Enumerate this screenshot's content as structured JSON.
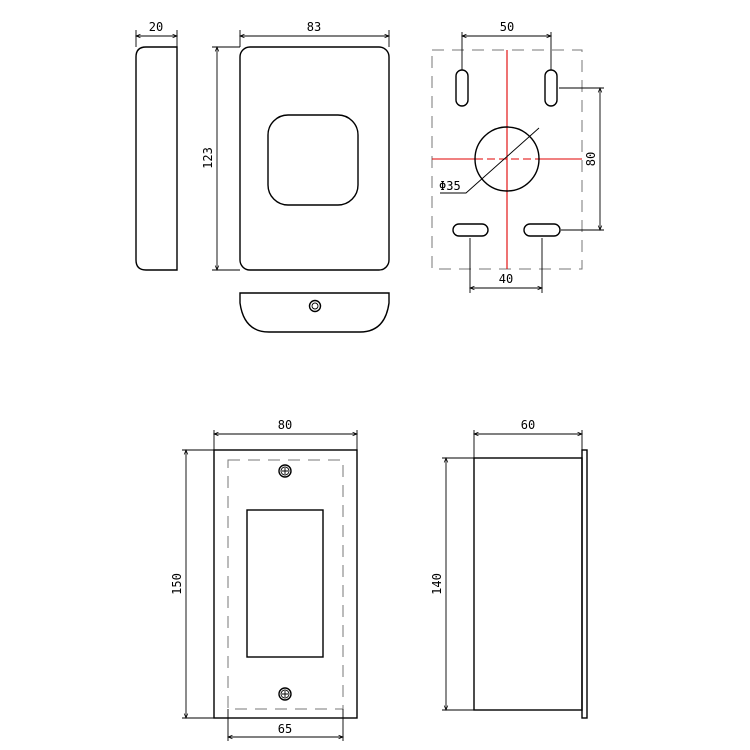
{
  "top_views": {
    "side_width": "20",
    "front_width": "83",
    "front_height": "123"
  },
  "mounting_plate": {
    "top_slot_spacing": "50",
    "vertical_slot_spacing": "80",
    "bottom_slot_spacing": "40",
    "hole_diameter": "Φ35"
  },
  "bottom_views": {
    "front_width": "80",
    "front_height": "150",
    "inner_width": "65",
    "side_depth": "60",
    "side_height": "140"
  },
  "colors": {
    "centerline": "#e00000",
    "line": "#000000",
    "hidden": "#777777"
  }
}
